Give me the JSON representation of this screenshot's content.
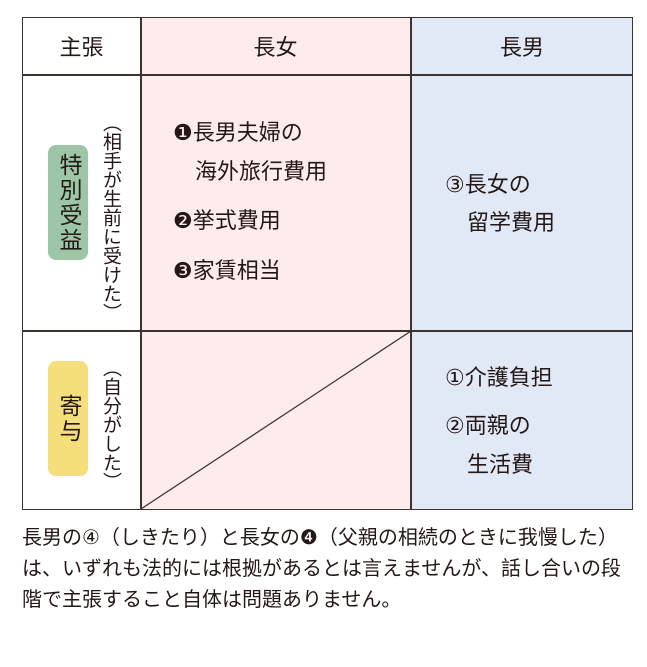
{
  "header": {
    "claim": "主張",
    "eldest_daughter": "長女",
    "eldest_son": "長男"
  },
  "rows": {
    "special_benefit": {
      "badge": "特別受益",
      "note": "（相手が生前に受けた）",
      "badge_color": "#9dc6a7"
    },
    "contribution": {
      "badge": "寄与",
      "note": "（自分がした）",
      "badge_color": "#f5de7c"
    }
  },
  "daughter_special": [
    "❶長男夫婦の",
    "　海外旅行費用",
    "❷挙式費用",
    "❸家賃相当"
  ],
  "son_special": [
    "③長女の",
    "　留学費用"
  ],
  "son_contribution": [
    "①介護負担",
    "②両親の",
    "　生活費"
  ],
  "caption": "長男の④（しきたり）と長女の❹（父親の相続のときに我慢した）は、いずれも法的には根拠があるとは言えませんが、話し合いの段階で主張すること自体は問題ありません。",
  "colors": {
    "pink": "#fdeceb",
    "blue": "#e2e9f6"
  }
}
